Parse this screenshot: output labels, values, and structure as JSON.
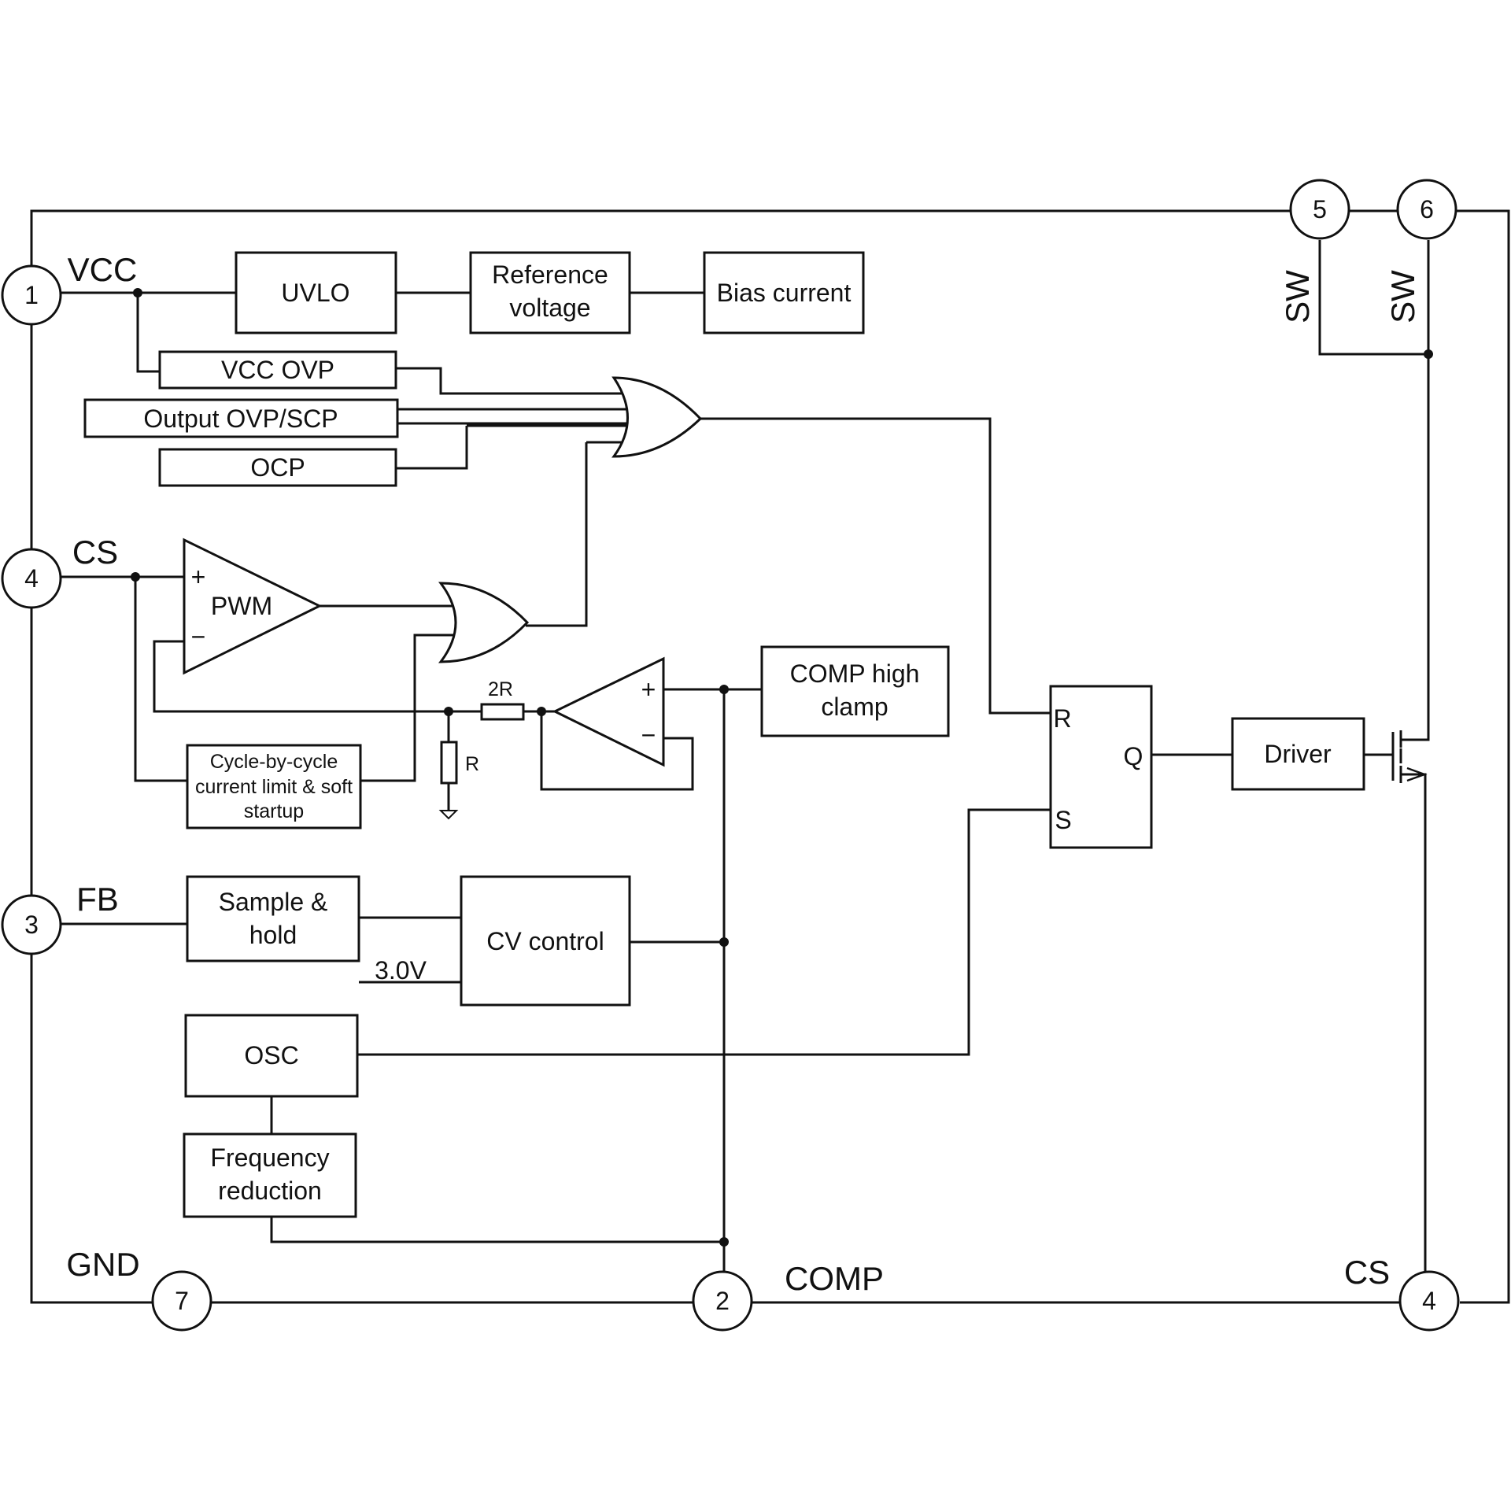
{
  "pins": {
    "vcc": {
      "num": "1",
      "label": "VCC"
    },
    "comp": {
      "num": "2",
      "label": "COMP"
    },
    "fb": {
      "num": "3",
      "label": "FB"
    },
    "cs_left": {
      "num": "4",
      "label": "CS"
    },
    "sw5": {
      "num": "5",
      "label": "SW"
    },
    "sw6": {
      "num": "6",
      "label": "SW"
    },
    "gnd": {
      "num": "7",
      "label": "GND"
    },
    "cs_right": {
      "num": "4",
      "label": "CS"
    }
  },
  "blocks": {
    "uvlo": "UVLO",
    "reference_voltage": [
      "Reference",
      "voltage"
    ],
    "bias_current": "Bias current",
    "vcc_ovp": "VCC OVP",
    "output_ovp_scp": "Output OVP/SCP",
    "ocp": "OCP",
    "pwm": "PWM",
    "pwm_plus": "+",
    "pwm_minus": "−",
    "cycle_limit": [
      "Cycle-by-cycle",
      "current limit & soft",
      "startup"
    ],
    "comp_high_clamp": [
      "COMP high",
      "clamp"
    ],
    "opamp_plus": "+",
    "opamp_minus": "−",
    "resistor_2r": "2R",
    "resistor_r": "R",
    "sample_hold": [
      "Sample &",
      "hold"
    ],
    "cv_control": "CV control",
    "ref_3v": "3.0V",
    "osc": "OSC",
    "frequency_reduction": [
      "Frequency",
      "reduction"
    ],
    "flipflop": {
      "r": "R",
      "s": "S",
      "q": "Q"
    },
    "driver": "Driver"
  }
}
